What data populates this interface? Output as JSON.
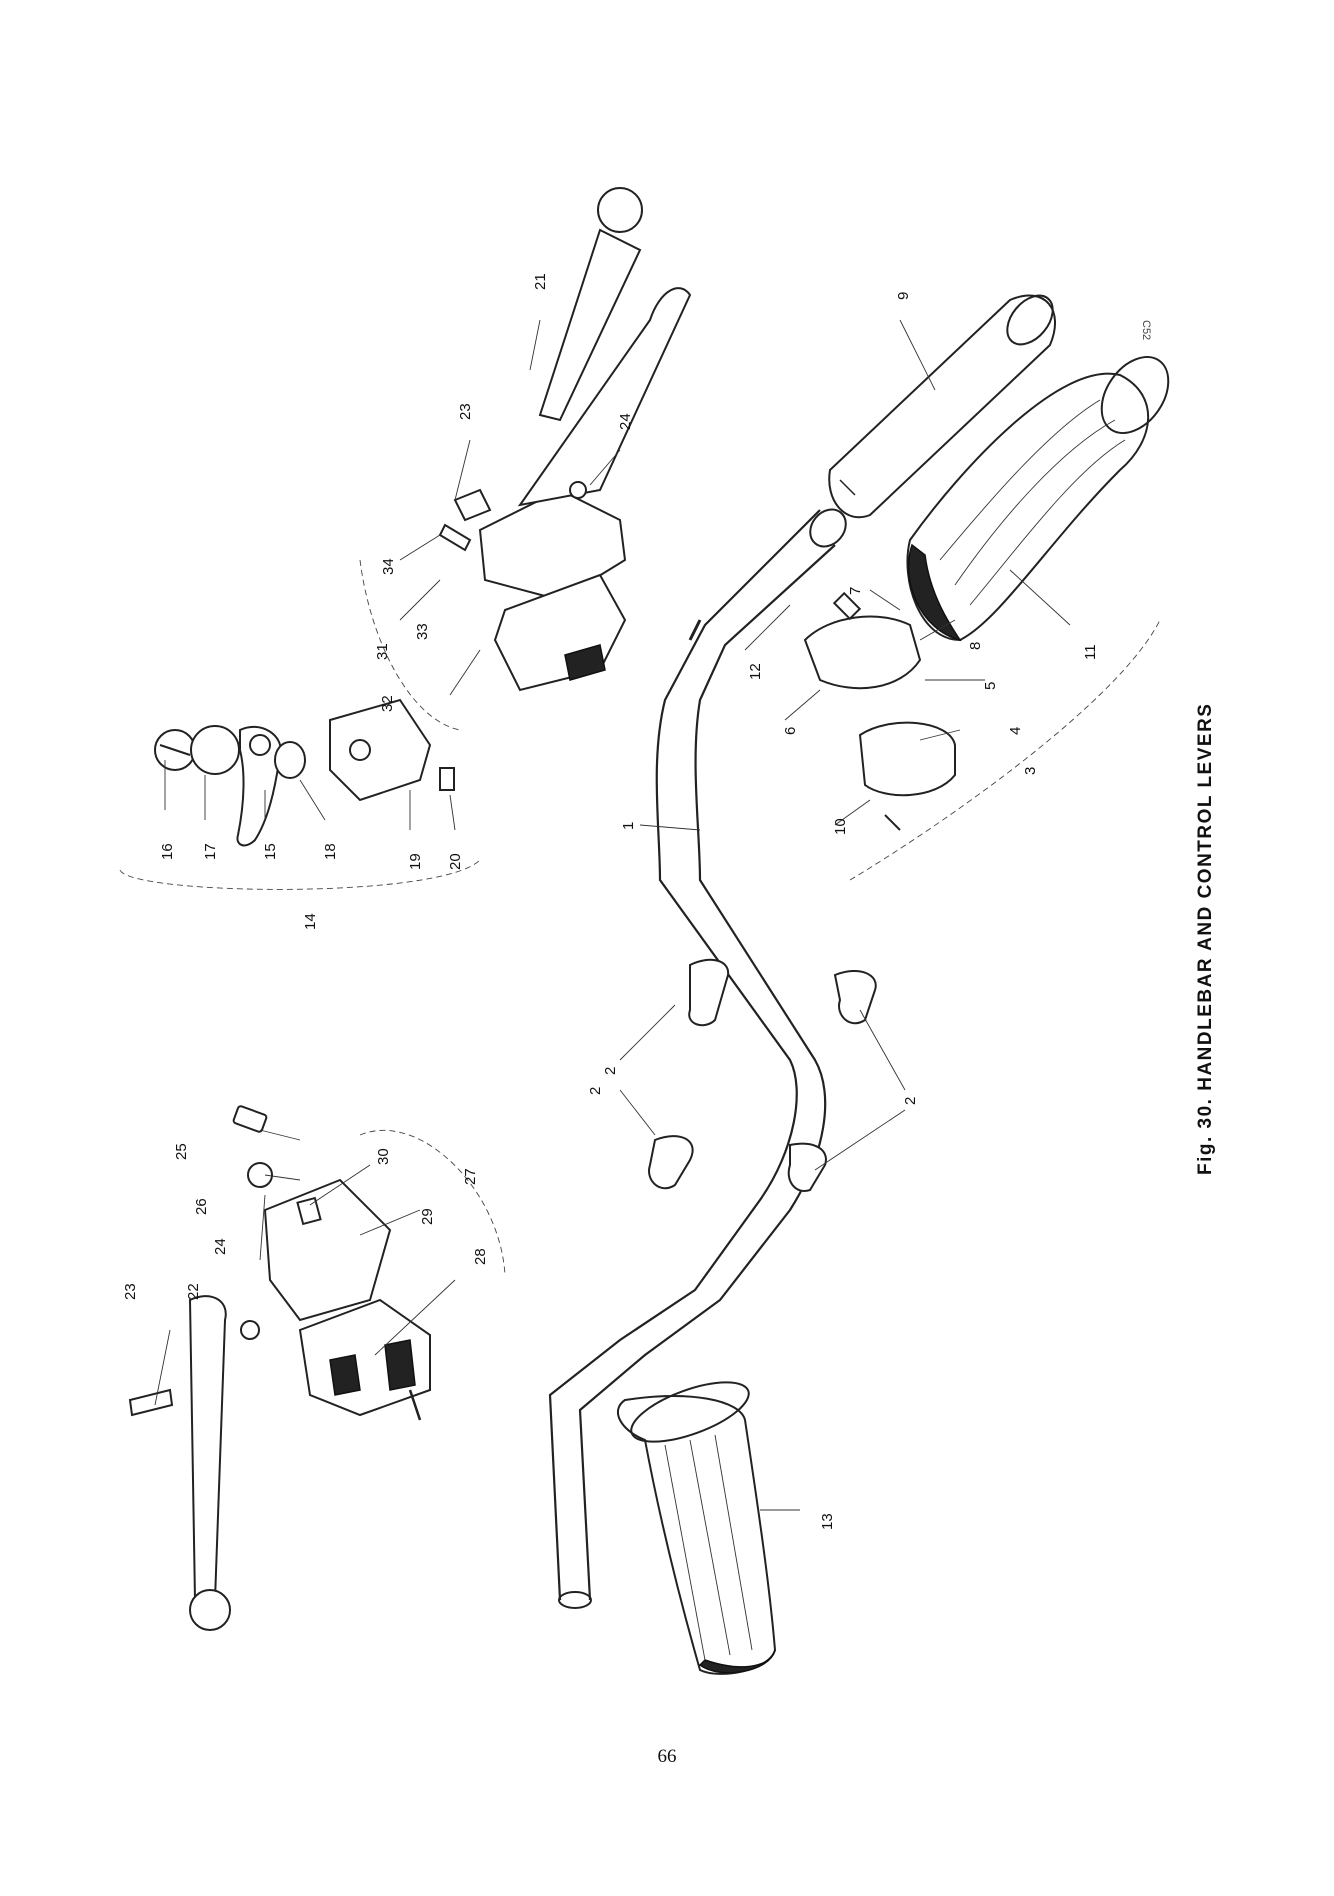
{
  "figure": {
    "caption": "Fig. 30.  HANDLEBAR AND CONTROL LEVERS",
    "drawing_code": "C52",
    "labels": [
      "1",
      "2",
      "2",
      "2",
      "3",
      "4",
      "5",
      "6",
      "7",
      "8",
      "9",
      "10",
      "11",
      "12",
      "13",
      "14",
      "15",
      "16",
      "17",
      "18",
      "19",
      "20",
      "21",
      "22",
      "23",
      "23",
      "24",
      "24",
      "25",
      "26",
      "27",
      "28",
      "29",
      "30",
      "31",
      "32",
      "33",
      "34"
    ]
  },
  "page_number": "66"
}
